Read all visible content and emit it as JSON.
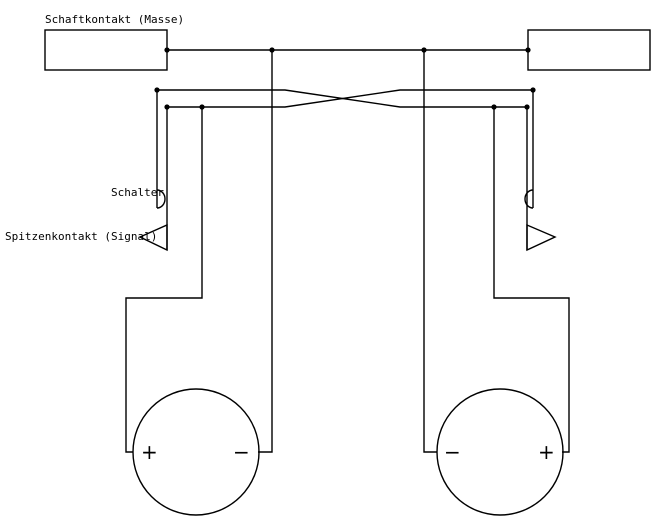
{
  "labels": {
    "sleeve": "Schaftkontakt (Masse)",
    "switch": "Schalter",
    "tip": "Spitzenkontakt (Signal)"
  },
  "symbols": {
    "plus": "+",
    "minus": "−"
  },
  "colors": {
    "line": "#000000",
    "background": "#ffffff"
  }
}
